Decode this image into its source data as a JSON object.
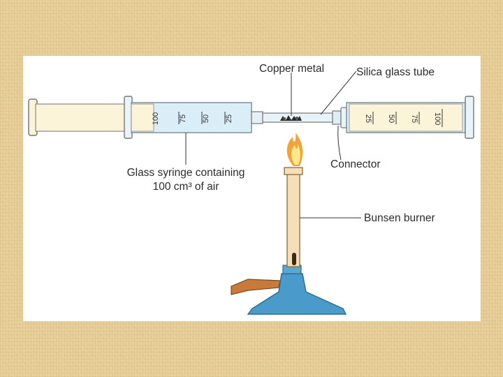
{
  "labels": {
    "copper_metal": "Copper metal",
    "silica_tube": "Silica glass tube",
    "connector": "Connector",
    "syringe_line1": "Glass syringe containing",
    "syringe_line2": "100 cm³ of air",
    "bunsen": "Bunsen burner"
  },
  "left_syringe_scale": [
    "100",
    "75",
    "50",
    "25"
  ],
  "right_syringe_scale": [
    "25",
    "50",
    "75",
    "100"
  ],
  "colors": {
    "glass": "#d9eef7",
    "plunger": "#fbf4d8",
    "flame_outer": "#f3a23a",
    "flame_inner": "#ffe88a",
    "burner_base": "#4a9bc9",
    "burner_tube": "#f6dfb8",
    "hose": "#c77a3a"
  }
}
